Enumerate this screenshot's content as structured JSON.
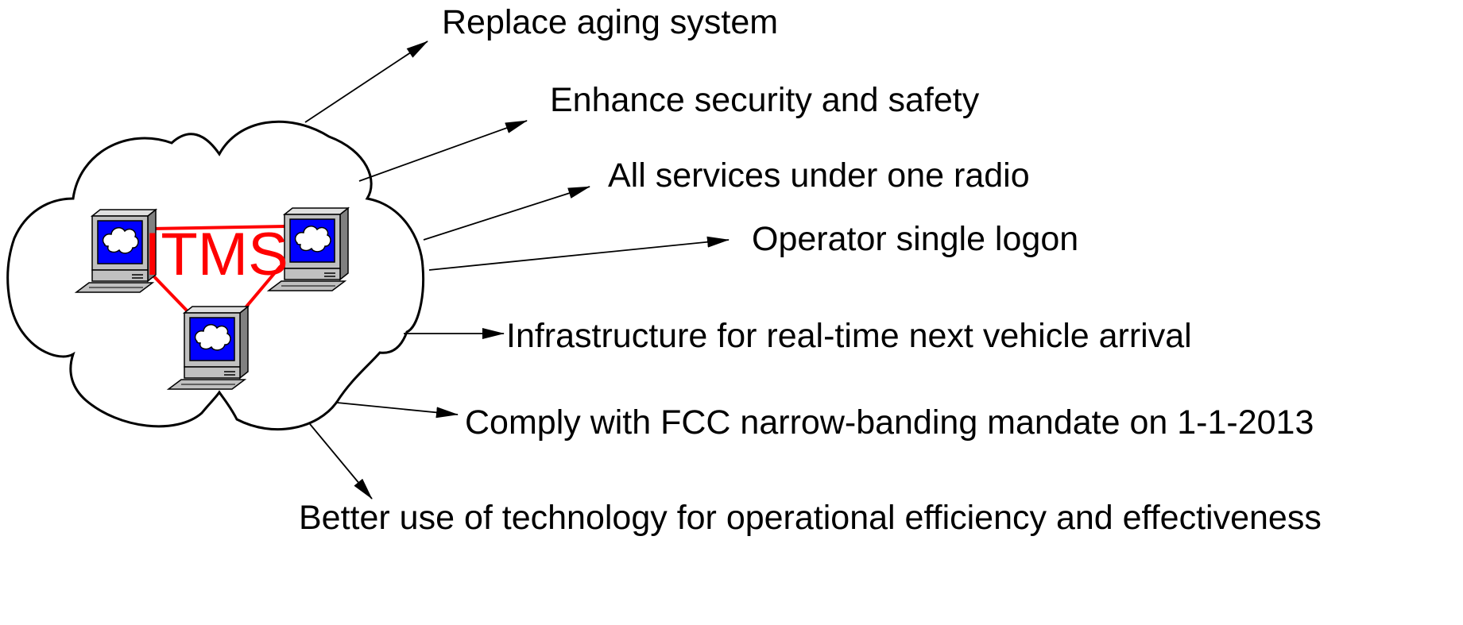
{
  "center": {
    "label": "ITMS",
    "network_color": "#ff0000"
  },
  "goals": [
    {
      "id": "goal-replace-aging-system",
      "text": "Replace aging system"
    },
    {
      "id": "goal-enhance-security",
      "text": "Enhance security and safety"
    },
    {
      "id": "goal-one-radio",
      "text": "All services under one radio"
    },
    {
      "id": "goal-single-logon",
      "text": "Operator single logon"
    },
    {
      "id": "goal-realtime-arrival",
      "text": "Infrastructure for real-time next vehicle arrival"
    },
    {
      "id": "goal-fcc-narrowbanding",
      "text": "Comply with FCC narrow-banding mandate on 1-1-2013"
    },
    {
      "id": "goal-operational-efficiency",
      "text": "Better use of technology for operational efficiency and effectiveness"
    }
  ],
  "icons": {
    "computer": "computer-icon",
    "cloud": "cloud-shape"
  },
  "colors": {
    "screen": "#0000ff",
    "casing": "#c0c0c0",
    "text": "#000000"
  }
}
